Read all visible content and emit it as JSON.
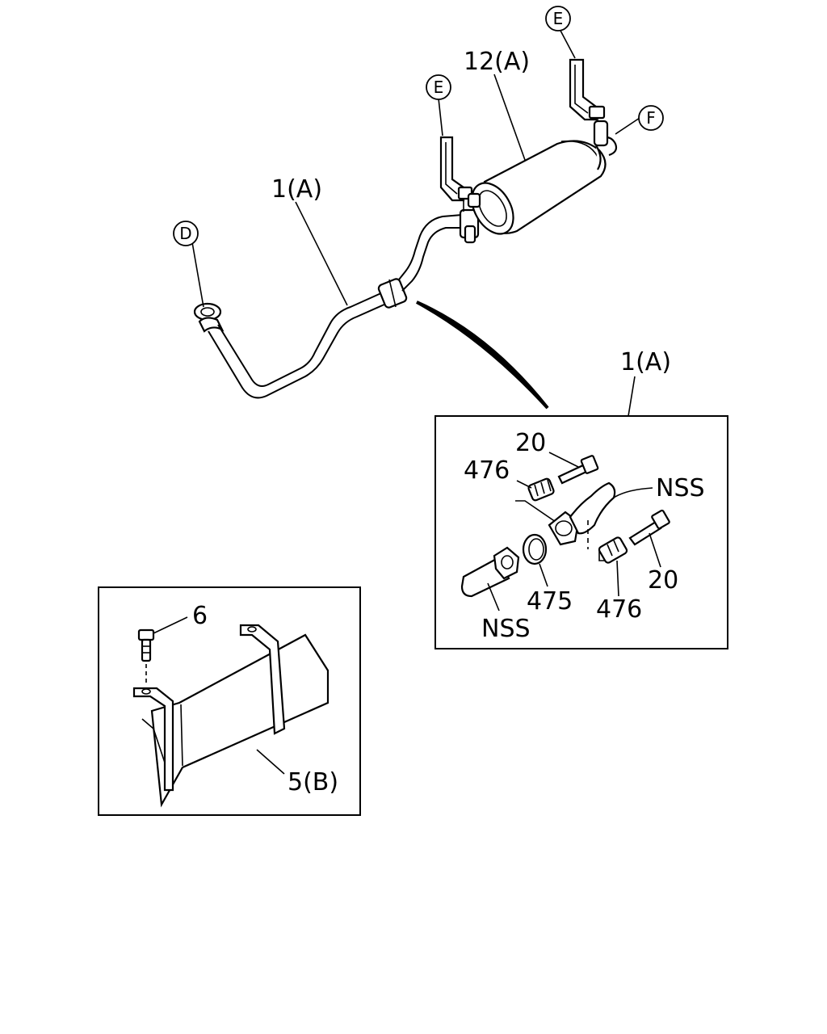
{
  "callouts": {
    "main_pipe": "1(A)",
    "muffler": "12(A)",
    "detail_pipe": "1(A)",
    "bolt_top": "20",
    "spring_top": "476",
    "nss_right": "NSS",
    "bolt_right": "20",
    "gasket": "475",
    "spring_bottom": "476",
    "nss_left": "NSS",
    "bolt_hanger": "6",
    "heat_shield": "5(B)"
  },
  "circle_refs": {
    "d": "D",
    "e_left": "E",
    "e_right": "E",
    "f": "F"
  }
}
